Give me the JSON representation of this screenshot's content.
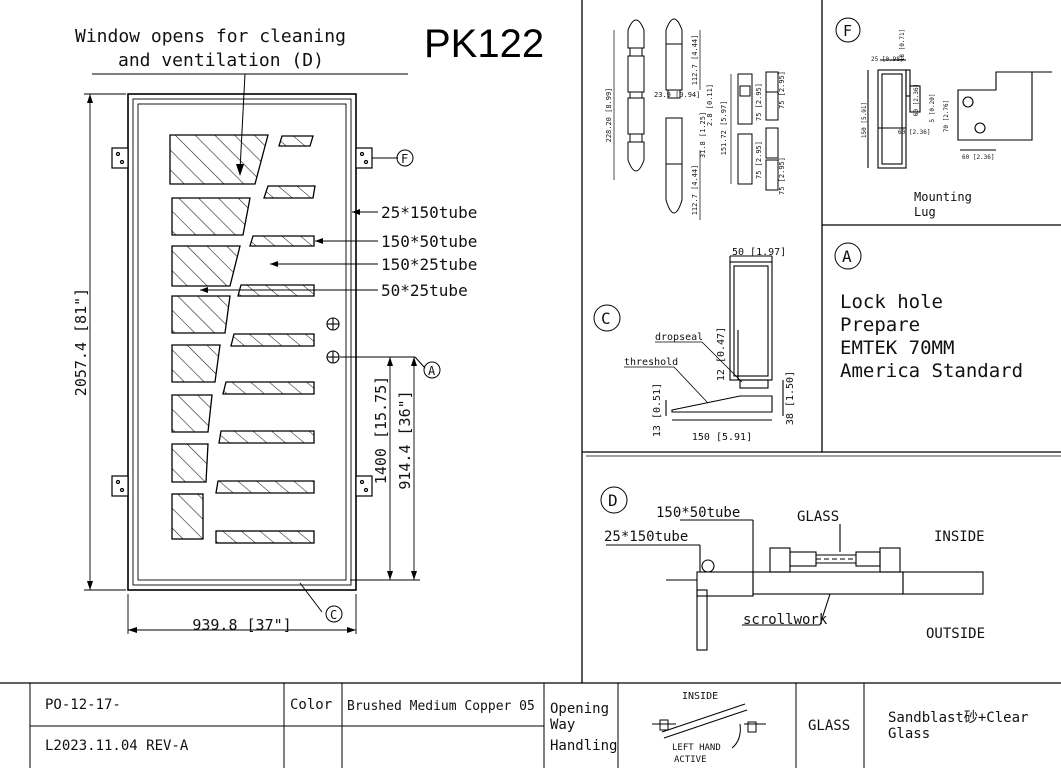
{
  "title": "PK122",
  "caption_line1": "Window opens for cleaning",
  "caption_line2": "and ventilation (D)",
  "callouts": {
    "tube_25x150": "25*150tube",
    "tube_150x50": "150*50tube",
    "tube_150x25": "150*25tube",
    "tube_50x25": "50*25tube",
    "ref_F": "F",
    "ref_A": "A",
    "ref_C": "C"
  },
  "dimensions": {
    "height": "2057.4 [81\"]",
    "width": "939.8 [37\"]",
    "lock_height": "1400 [15.75]",
    "handle_height": "914.4 [36\"]"
  },
  "hinge_dims": {
    "d1": "228.20 [8.99]",
    "d2": "112.7 [4.44]",
    "d3": "23.9 [0.94]",
    "d4": "2.8 [0.11]",
    "d5": "151.72 [5.97]",
    "d6": "31.8 [1.25]",
    "d7": "112.7 [4.44]",
    "d8": "75 [2.95]",
    "d9": "75 [2.95]",
    "d10": "75 [2.95]",
    "d11": "75 [2.95]"
  },
  "detail_F": {
    "label": "F",
    "caption1": "Mounting",
    "caption2": "Lug",
    "dims": [
      "25 [0.98]",
      "18 [0.71]",
      "60 [2.36]",
      "5 [0.20]",
      "70 [2.76]",
      "60 [2.36]",
      "150 [5.91]",
      "60 [2.36]"
    ]
  },
  "detail_A": {
    "label": "A",
    "lines": [
      "Lock hole",
      "Prepare",
      "EMTEK  70MM",
      "America Standard"
    ]
  },
  "detail_C": {
    "label": "C",
    "top_dim": "50 [1.97]",
    "dropseal": "dropseal",
    "threshold": "threshold",
    "seal_dim": "12 [0.47]",
    "left_dim": "13 [0.51]",
    "right_dim": "38 [1.50]",
    "bottom_dim": "150 [5.91]"
  },
  "detail_D": {
    "label": "D",
    "tube1": "150*50tube",
    "tube2": "25*150tube",
    "glass": "GLASS",
    "inside": "INSIDE",
    "scrollwork": "scrollwork",
    "outside": "OUTSIDE"
  },
  "title_block": {
    "po": "PO-12-17-",
    "revision": "L2023.11.04 REV-A",
    "color_label": "Color",
    "color_value": "Brushed Medium Copper 05",
    "opening_line1": "Opening",
    "opening_line2": "Way",
    "opening_line3": "Handling",
    "opening_inside": "INSIDE",
    "opening_hand1": "LEFT HAND",
    "opening_hand2": "ACTIVE",
    "glass_label": "GLASS",
    "glass_line1": "Sandblast砂+Clear",
    "glass_line2": "Glass"
  }
}
